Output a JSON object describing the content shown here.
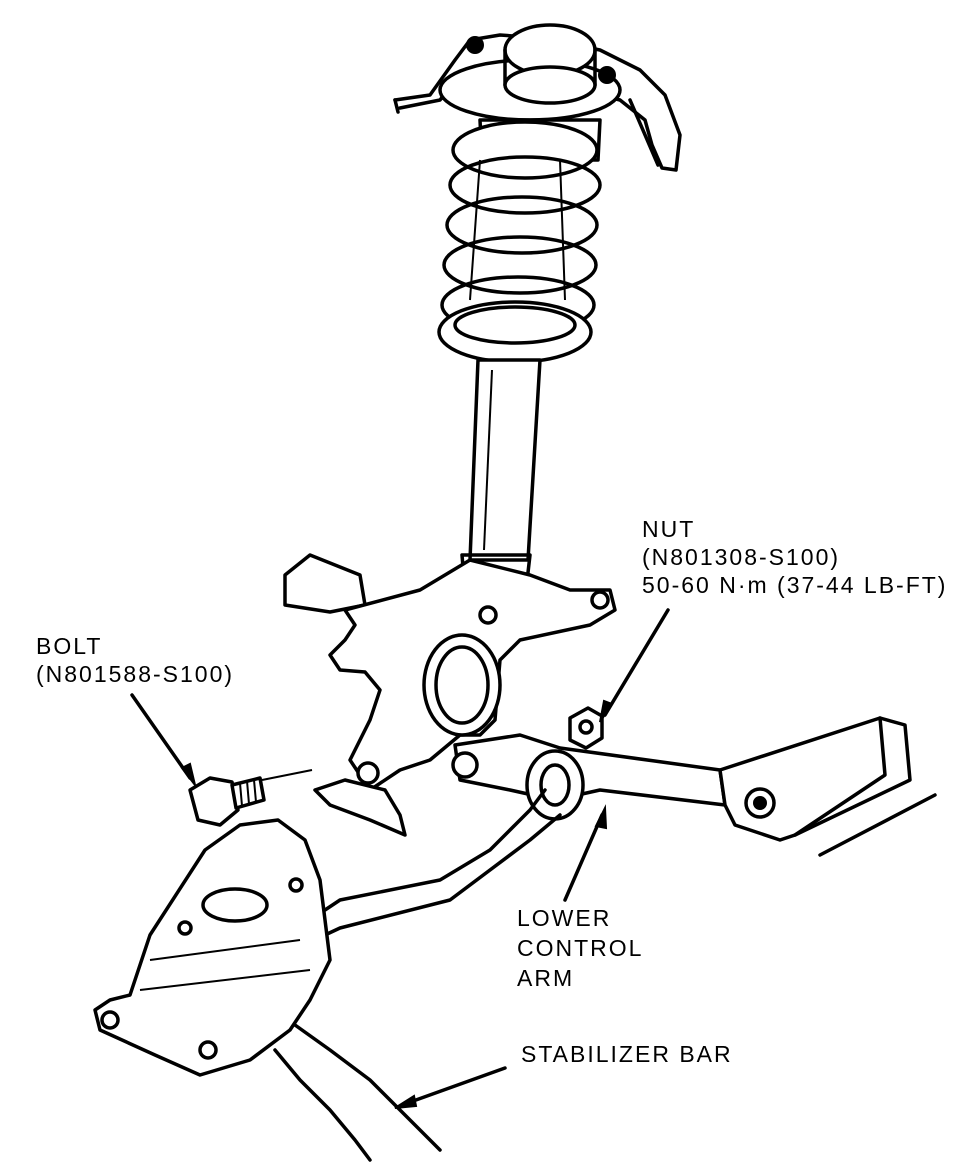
{
  "labels": {
    "nut": {
      "line1": "NUT",
      "line2": "(N801308-S100)",
      "line3": "50-60 N·m (37-44 LB-FT)"
    },
    "bolt": {
      "line1": "BOLT",
      "line2": "(N801588-S100)"
    },
    "lower_control_arm": {
      "line1": "LOWER",
      "line2": "CONTROL",
      "line3": "ARM"
    },
    "stabilizer_bar": {
      "line1": "STABILIZER BAR"
    }
  }
}
